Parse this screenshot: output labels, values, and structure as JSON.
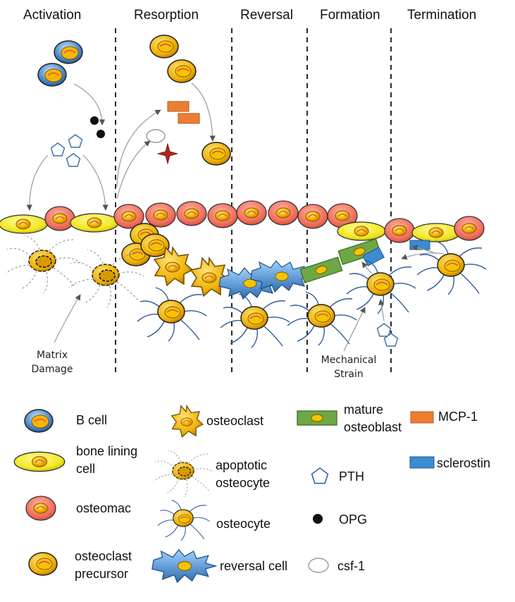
{
  "phases": [
    "Activation",
    "Resorption",
    "Reversal",
    "Formation",
    "Termination"
  ],
  "annotations": {
    "matrix_damage": [
      "Matrix",
      "Damage"
    ],
    "mechanical_strain": [
      "Mechanical",
      "Strain"
    ]
  },
  "legend": {
    "b_cell": "B cell",
    "bone_lining_cell": [
      "bone lining",
      "cell"
    ],
    "osteomac": "osteomac",
    "osteoclast_precursor": [
      "osteoclast",
      "precursor"
    ],
    "osteoclast": "osteoclast",
    "apoptotic_osteocyte": [
      "apoptotic",
      "osteocyte"
    ],
    "osteocyte": "osteocyte",
    "reversal_cell": "reversal cell",
    "mature_osteoblast": [
      "mature",
      "osteoblast"
    ],
    "pth": "PTH",
    "opg": "OPG",
    "csf1": "csf-1",
    "mcp1": "MCP-1",
    "sclerostin": "sclerostin"
  },
  "colors": {
    "b_cell_outer": "#4a86c8",
    "bone_lining": "#f2e622",
    "osteomac": "#f26e5a",
    "nucleus": "#f5b800",
    "nucleus_core": "#e07a10",
    "osteoclast": "#f0b000",
    "mature_osteoblast": "#6ea846",
    "reversal_cell": "#4a90d0",
    "mcp1": "#ed7d31",
    "sclerostin": "#3d8bd0",
    "pth_outline": "#3a6ea5",
    "opg": "#111111",
    "osteocyte_process": "#2e5c9a",
    "arrow": "#888888",
    "star": "#b22222"
  }
}
